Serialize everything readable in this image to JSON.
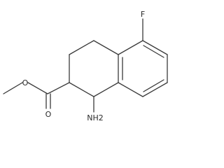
{
  "molecule": {
    "atoms": {
      "fluorine": "F",
      "ester_carbonyl_oxygen": "O",
      "ester_ether_oxygen": "O",
      "amine": "NH2"
    }
  },
  "colors": {
    "bond": "#3a3a3a",
    "label": "#2b2b2b",
    "background": "#ffffff"
  }
}
